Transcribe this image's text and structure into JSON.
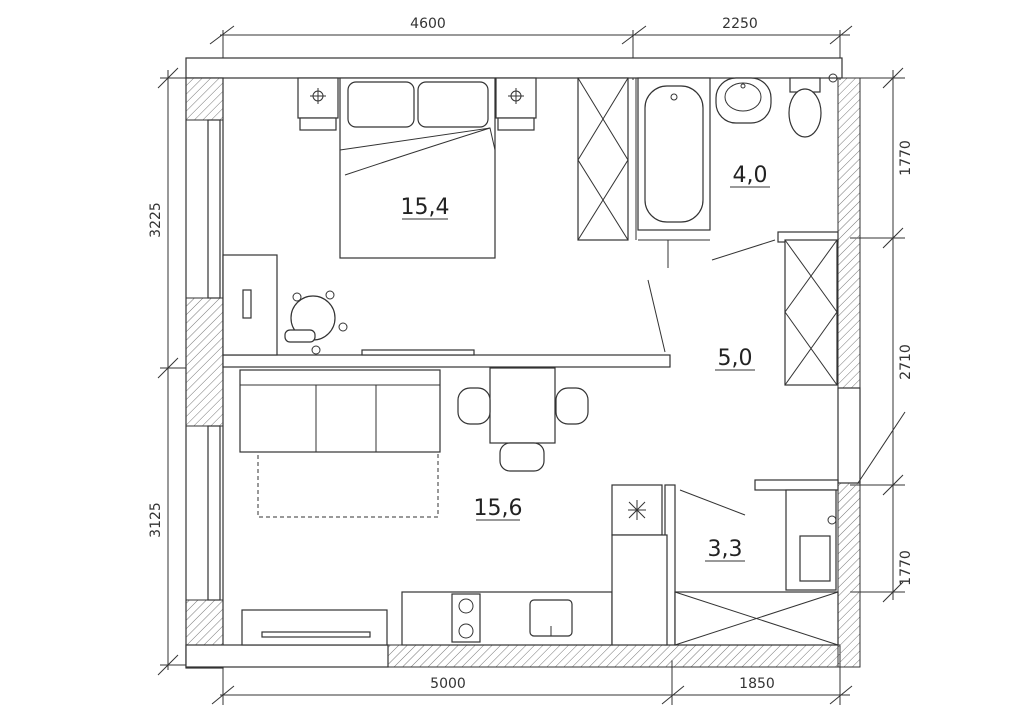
{
  "dimensions": {
    "top_left": "4600",
    "top_right": "2250",
    "bottom_left": "5000",
    "bottom_right": "1850",
    "left_top": "3225",
    "left_bottom": "3125",
    "right_top": "1770",
    "right_middle": "2710",
    "right_bottom": "1770"
  },
  "rooms": {
    "bedroom": "15,4",
    "bathroom": "4,0",
    "hallway": "5,0",
    "living": "15,6",
    "storage": "3,3"
  }
}
